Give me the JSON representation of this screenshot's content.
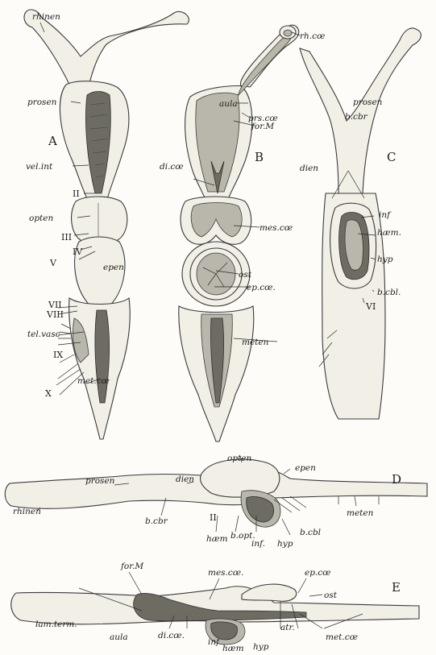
{
  "figure": {
    "panels": [
      "A",
      "B",
      "C",
      "D",
      "E"
    ],
    "labels": {
      "A": [
        "rhinen",
        "prosen",
        "vel.int",
        "II",
        "opten",
        "III",
        "IV",
        "V",
        "epen",
        "VII",
        "VIII",
        "tel.vasc",
        "IX",
        "X",
        "met.cœ"
      ],
      "B": [
        "rh.cœ",
        "prs.cœ",
        "aula",
        "for.M",
        "di.cœ",
        "mes.cœ",
        "ost",
        "ep.cœ.",
        "meten"
      ],
      "C": [
        "prosen",
        "b.cbr",
        "dien",
        "inf",
        "hæm.",
        "hyp",
        "b.cbl.",
        "VI"
      ],
      "D": [
        "opten",
        "epen",
        "prosen",
        "dien",
        "rhinen",
        "b.cbr",
        "II",
        "hæm",
        "b.opt.",
        "inf.",
        "hyp",
        "b.cbl",
        "meten"
      ],
      "E": [
        "mes.cœ.",
        "ep.cœ",
        "for.M",
        "ost",
        "lam.term.",
        "aula",
        "di.cœ.",
        "atr.",
        "met.cœ",
        "inf",
        "hæm",
        "hyp"
      ]
    }
  }
}
